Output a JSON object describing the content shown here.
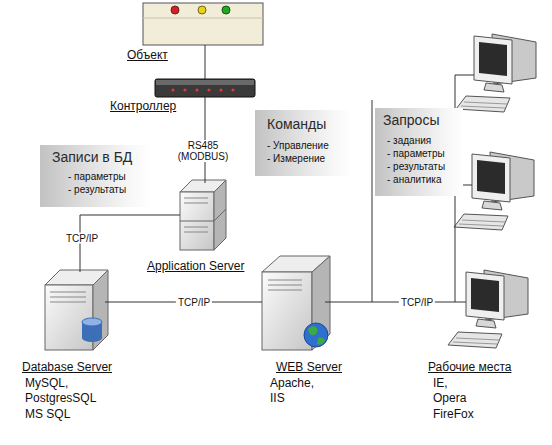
{
  "diagram": {
    "nodes": [
      {
        "text": [
          "Объект"
        ]
      },
      {
        "text": [
          "Контроллер"
        ]
      },
      {
        "text": [
          "Команды",
          "- Управление",
          "- Измерение"
        ]
      },
      {
        "text": [
          "Запросы",
          "- задания",
          "- параметры",
          "- результаты",
          "- аналитика"
        ]
      },
      {
        "text": [
          "Записи в БД",
          "- параметры",
          "- результаты"
        ]
      },
      {
        "text": [
          "Application Server"
        ]
      },
      {
        "text": [
          "Database Server",
          "MySQL,",
          "PostgresSQL",
          "MS SQL"
        ]
      },
      {
        "text": [
          "WEB Server",
          "Apache,",
          "IIS"
        ]
      },
      {
        "text": [
          "Рабочие места",
          "IE,",
          "Opera",
          "FireFox"
        ]
      }
    ],
    "edges": [
      {
        "from": 0,
        "to": 1,
        "arrow": "none"
      },
      {
        "from": 1,
        "to": 5,
        "label": "RS485 (MODBUS)",
        "arrow": "none"
      },
      {
        "from": 5,
        "to": 6,
        "label": "TCP/IP",
        "arrow": "none"
      },
      {
        "from": 6,
        "to": 7,
        "label": "TCP/IP",
        "arrow": "none"
      },
      {
        "from": 7,
        "to": 8,
        "label": "TCP/IP",
        "arrow": "none"
      }
    ]
  }
}
